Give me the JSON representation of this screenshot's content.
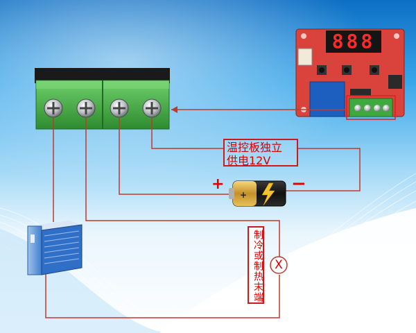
{
  "supply_label": {
    "line1": "温控板独立",
    "line2": "供电12V"
  },
  "load_label": "制冷或制热末端",
  "load_symbol": "X",
  "battery": {
    "plus": "+",
    "minus": "−"
  },
  "display_digits": "888",
  "colors": {
    "wire": "#c0392b",
    "label": "#d40000",
    "terminal_green": "#4caf50",
    "pcb_red": "#d9433b",
    "background_blue": "#1e88d6"
  },
  "icons": [
    "terminal-block-icon",
    "thermostat-board-icon",
    "battery-icon",
    "chiller-unit-icon",
    "lamp-load-icon"
  ]
}
